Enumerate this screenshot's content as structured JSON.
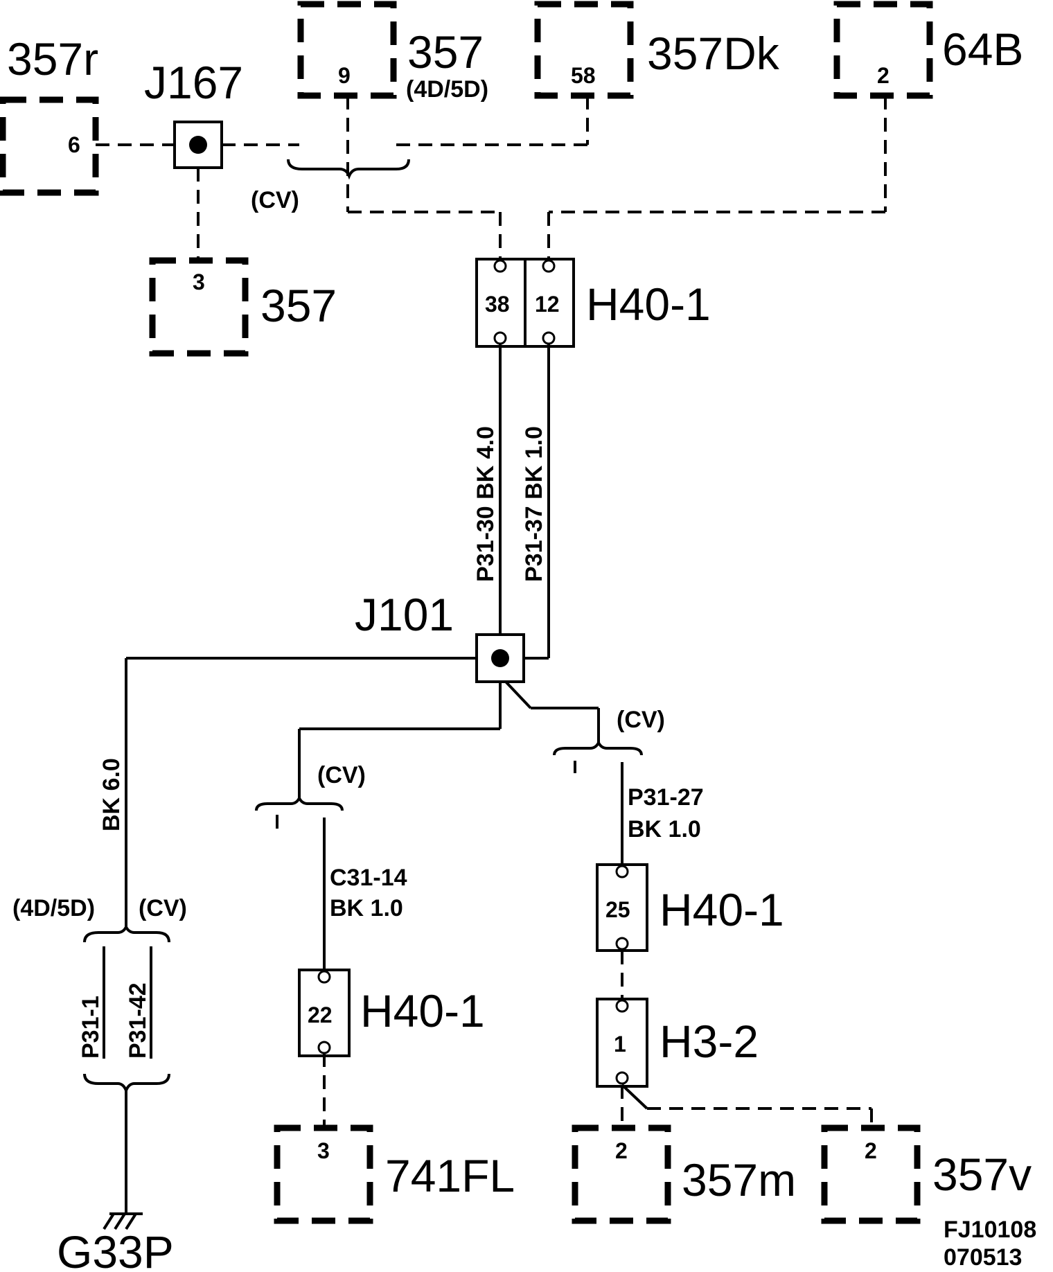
{
  "components": {
    "c357r": {
      "name": "357r",
      "pin": "6"
    },
    "j167": {
      "name": "J167"
    },
    "c357_top": {
      "name": "357",
      "pin": "9",
      "variant": "(4D/5D)"
    },
    "c357dk": {
      "name": "357Dk",
      "pin": "58"
    },
    "c64b": {
      "name": "64B",
      "pin": "2"
    },
    "c357_low": {
      "name": "357",
      "pin": "3"
    },
    "h40_top": {
      "name": "H40-1",
      "pins": [
        "38",
        "12"
      ]
    },
    "j101": {
      "name": "J101"
    },
    "h40_left": {
      "name": "H40-1",
      "pin": "22"
    },
    "h40_right": {
      "name": "H40-1",
      "pin": "25"
    },
    "h3_2": {
      "name": "H3-2",
      "pin": "1"
    },
    "c741fl": {
      "name": "741FL",
      "pin": "3"
    },
    "c357m": {
      "name": "357m",
      "pin": "2"
    },
    "c357v": {
      "name": "357v",
      "pin": "2"
    },
    "g33p": {
      "name": "G33P"
    }
  },
  "wires": {
    "p31_30": "P31-30  BK  4.0",
    "p31_37": "P31-37  BK  1.0",
    "bk60": "BK  6.0",
    "c31_14": {
      "id": "C31-14",
      "spec": "BK    1.0"
    },
    "p31_27": {
      "id": "P31-27",
      "spec": "BK  1.0"
    },
    "p31_1": "P31-1",
    "p31_42": "P31-42"
  },
  "variants": {
    "cv": "(CV)",
    "d45": "(4D/5D)"
  },
  "footer": {
    "figure_id": "FJ10108",
    "date_code": "070513"
  }
}
